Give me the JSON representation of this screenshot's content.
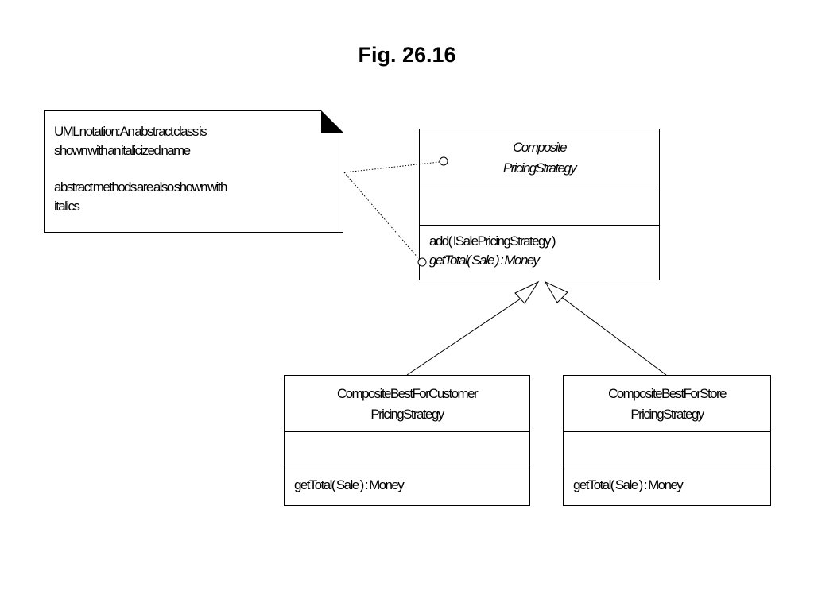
{
  "figure": {
    "title": "Fig. 26.16"
  },
  "note": {
    "line1": "UML notation: An abstract class is",
    "line2": "shown with an italicized name",
    "line3": "abstract methods are also shown with",
    "line4": "italics"
  },
  "classes": {
    "composite": {
      "name_line1": "Composite",
      "name_line2": "PricingStrategy",
      "operations": [
        "add( ISalePricingStrategy )",
        "getTotal( Sale ) : Money"
      ]
    },
    "best_for_customer": {
      "name_line1": "CompositeBestForCustomer",
      "name_line2": "PricingStrategy",
      "operations": [
        "getTotal( Sale ) : Money"
      ]
    },
    "best_for_store": {
      "name_line1": "CompositeBestForStore",
      "name_line2": "PricingStrategy",
      "operations": [
        "getTotal( Sale ) : Money"
      ]
    }
  }
}
